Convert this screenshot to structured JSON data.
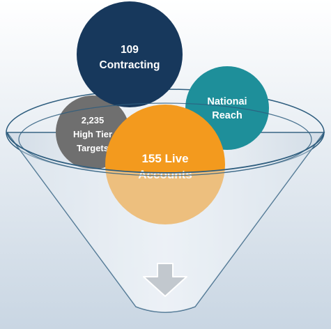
{
  "circles": {
    "contracting": {
      "line1": "109",
      "line2": "Contracting",
      "color": "#17385c"
    },
    "national_reach": {
      "line1": "Nationai",
      "line2": "Reach",
      "color": "#1e8f9a"
    },
    "high_tier": {
      "line1": "2,235",
      "line2": "High Tier",
      "line3": "Targets",
      "color": "#6f6f6f"
    },
    "live_accounts": {
      "line1": "155 Live",
      "line2": "Accounts",
      "color": "#f39a1e"
    }
  },
  "colors": {
    "background_top": "#ffffff",
    "background_bottom": "#c9d6e3",
    "funnel_outline": "#2e5d7e",
    "funnel_fill": "#e7eef5",
    "arrow": "#c2c8ce"
  }
}
